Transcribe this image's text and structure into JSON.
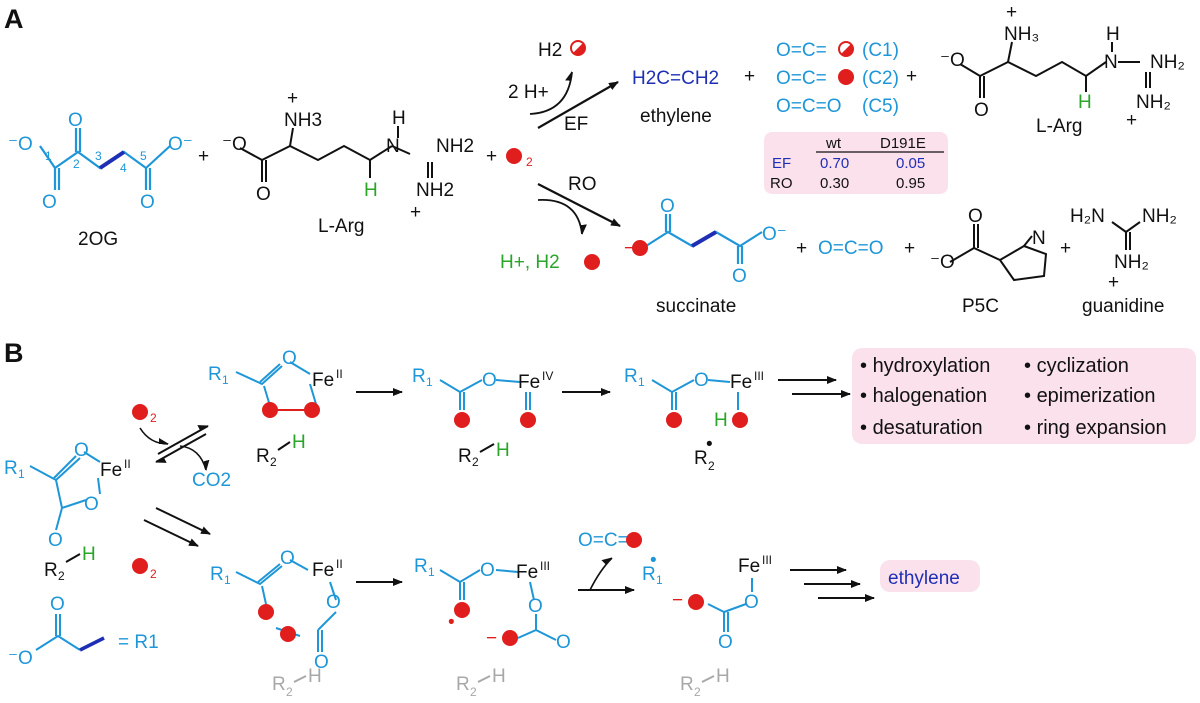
{
  "panel_a": {
    "label": "A",
    "reactants": {
      "og": "2OG",
      "arg": "L-Arg",
      "nh3": "NH3",
      "nh": "H",
      "nh2a": "NH2",
      "nh2b": "NH2",
      "h_green": "H",
      "o2": "2",
      "carbons": [
        "1",
        "2",
        "3",
        "4",
        "5"
      ]
    },
    "ef_branch": {
      "arrow_label": "EF",
      "reagent": "2 H+",
      "water": "H2",
      "ethylene_formula": "H2C=CH2",
      "ethylene": "ethylene",
      "co2_rows": [
        {
          "formula": "O=C=",
          "tag": "(C1)"
        },
        {
          "formula": "O=C=",
          "tag": "(C2)"
        },
        {
          "formula": "O=C=O",
          "tag": "(C5)"
        }
      ],
      "arg_label": "L-Arg"
    },
    "ro_branch": {
      "arrow_label": "RO",
      "byproduct": "H+, H2",
      "succinate": "succinate",
      "co2": "O=C=O",
      "p5c": "P5C",
      "guanidine": "guanidine"
    },
    "table": {
      "headers": [
        "wt",
        "D191E"
      ],
      "rows": [
        {
          "label": "EF",
          "wt": "0.70",
          "d191e": "0.05"
        },
        {
          "label": "RO",
          "wt": "0.30",
          "d191e": "0.95"
        }
      ]
    }
  },
  "panel_b": {
    "label": "B",
    "start": {
      "r1": "R1",
      "fe": "FeII",
      "r2h": "R2H"
    },
    "o2_top": "2",
    "co2": "CO2",
    "o2_bottom": "2",
    "upper": {
      "i1_fe": "FeII",
      "i2_fe": "FeIV",
      "i3_fe": "FeIII",
      "r2h": "R2H",
      "r2_radical": "R2",
      "outcomes": [
        "hydroxylation",
        "halogenation",
        "desaturation",
        "cyclization",
        "epimerization",
        "ring expansion"
      ]
    },
    "lower": {
      "i1_fe": "FeII",
      "i2_fe": "FeIII",
      "co2": "O=C=",
      "r1_radical": "R1",
      "i3_fe": "FeIII",
      "r2h": "R2H",
      "product": "ethylene"
    },
    "legend": "= R1"
  },
  "colors": {
    "substrate": "#1e96d8",
    "oxygen": "#e01e1e",
    "hydrogen": "#2aa52a",
    "ethylene": "#1f2fb5",
    "highlight": "#fbe1ec",
    "faded": "#a8a8a8"
  }
}
